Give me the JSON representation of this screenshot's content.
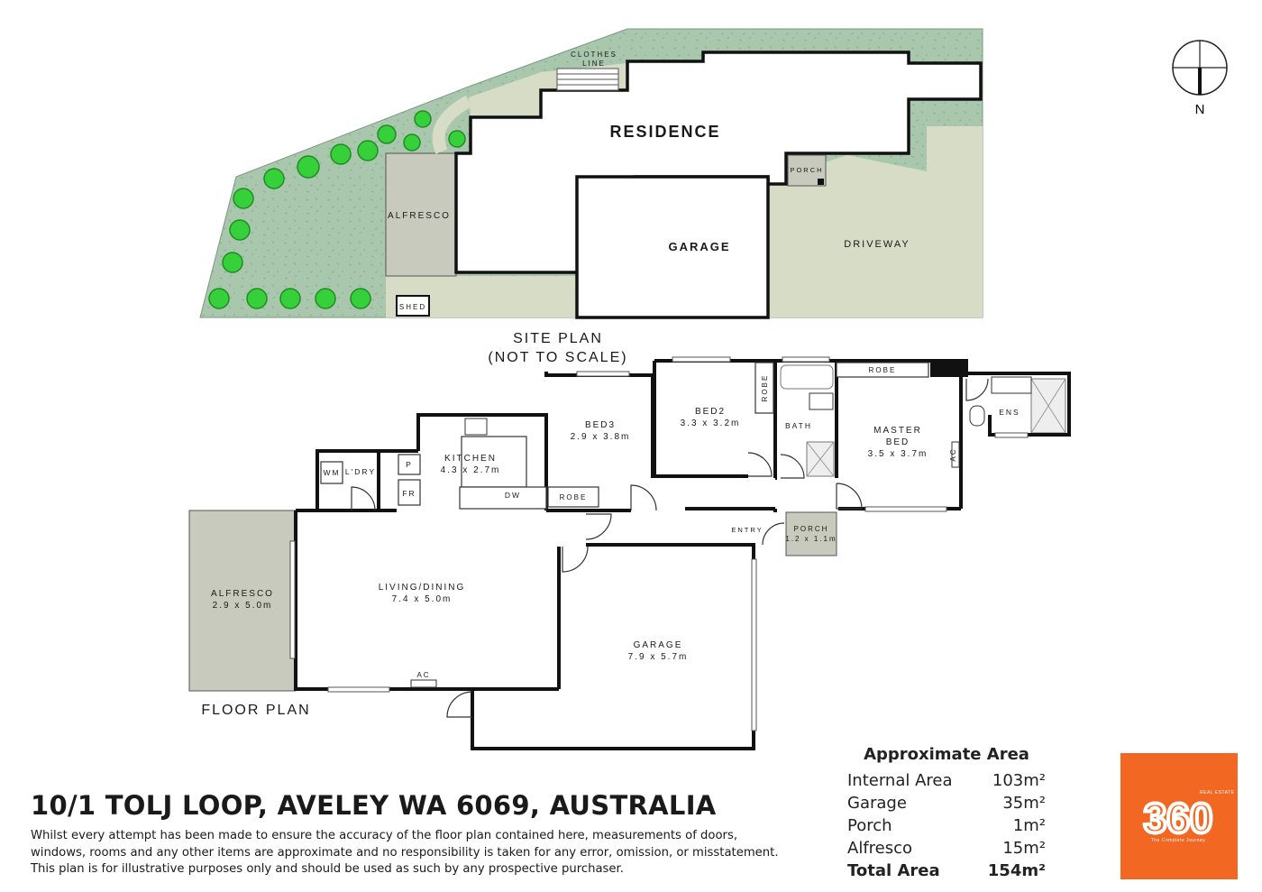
{
  "site_plan": {
    "title": "SITE PLAN",
    "subtitle": "(NOT TO SCALE)",
    "labels": {
      "clothes_line": [
        "CLOTHES",
        "LINE"
      ],
      "residence": "RESIDENCE",
      "alfresco": "ALFRESCO",
      "garage": "GARAGE",
      "driveway": "DRIVEWAY",
      "porch": "PORCH",
      "shed": "SHED"
    }
  },
  "compass": {
    "north": "N"
  },
  "floor_plan": {
    "title": "FLOOR PLAN",
    "rooms": {
      "bed3": {
        "name": "BED3",
        "size": "2.9 x 3.8m"
      },
      "bed2": {
        "name": "BED2",
        "size": "3.3 x 3.2m"
      },
      "master": {
        "name1": "MASTER",
        "name2": "BED",
        "size": "3.5 x 3.7m"
      },
      "kitchen": {
        "name": "KITCHEN",
        "size": "4.3 x 2.7m"
      },
      "living": {
        "name": "LIVING/DINING",
        "size": "7.4 x 5.0m"
      },
      "alfresco": {
        "name": "ALFRESCO",
        "size": "2.9 x 5.0m"
      },
      "garage": {
        "name": "GARAGE",
        "size": "7.9 x 5.7m"
      },
      "porch": {
        "name": "PORCH",
        "size": "1.2 x 1.1m"
      }
    },
    "small_labels": {
      "robe_master": "ROBE",
      "robe_bed2": "ROBE",
      "robe_bed3": "ROBE",
      "bath": "BATH",
      "ens": "ENS",
      "ldry": "L'DRY",
      "wm": "WM",
      "pantry": "P",
      "fridge": "FR",
      "dw": "DW",
      "entry": "ENTRY",
      "ac1": "AC",
      "ac2": "AC"
    }
  },
  "area_table": {
    "title": "Approximate Area",
    "rows": [
      {
        "label": "Internal Area",
        "value": "103m²"
      },
      {
        "label": "Garage",
        "value": "35m²"
      },
      {
        "label": "Porch",
        "value": "1m²"
      },
      {
        "label": "Alfresco",
        "value": "15m²"
      }
    ],
    "total": {
      "label": "Total Area",
      "value": "154m²"
    }
  },
  "address": "10/1 TOLJ LOOP, AVELEY WA 6069, AUSTRALIA",
  "disclaimer": [
    "Whilst every attempt has been made to ensure the accuracy of the floor plan contained here, measurements of doors,",
    "windows, rooms and any other items are approximate and no responsibility is taken for any error, omission, or misstatement.",
    "This plan is for illustrative purposes only and should be used as such by any prospective purchaser."
  ],
  "logo": {
    "brand_top": "REAL ESTATE",
    "brand_number": "360",
    "tagline": "The Complete Journey",
    "color": "#f26722"
  },
  "colors": {
    "lawn": "#a9c7ad",
    "paving": "#d7dcc6",
    "alfresco": "#c7cabc",
    "wall": "#111111",
    "tree": "#35d03a"
  }
}
